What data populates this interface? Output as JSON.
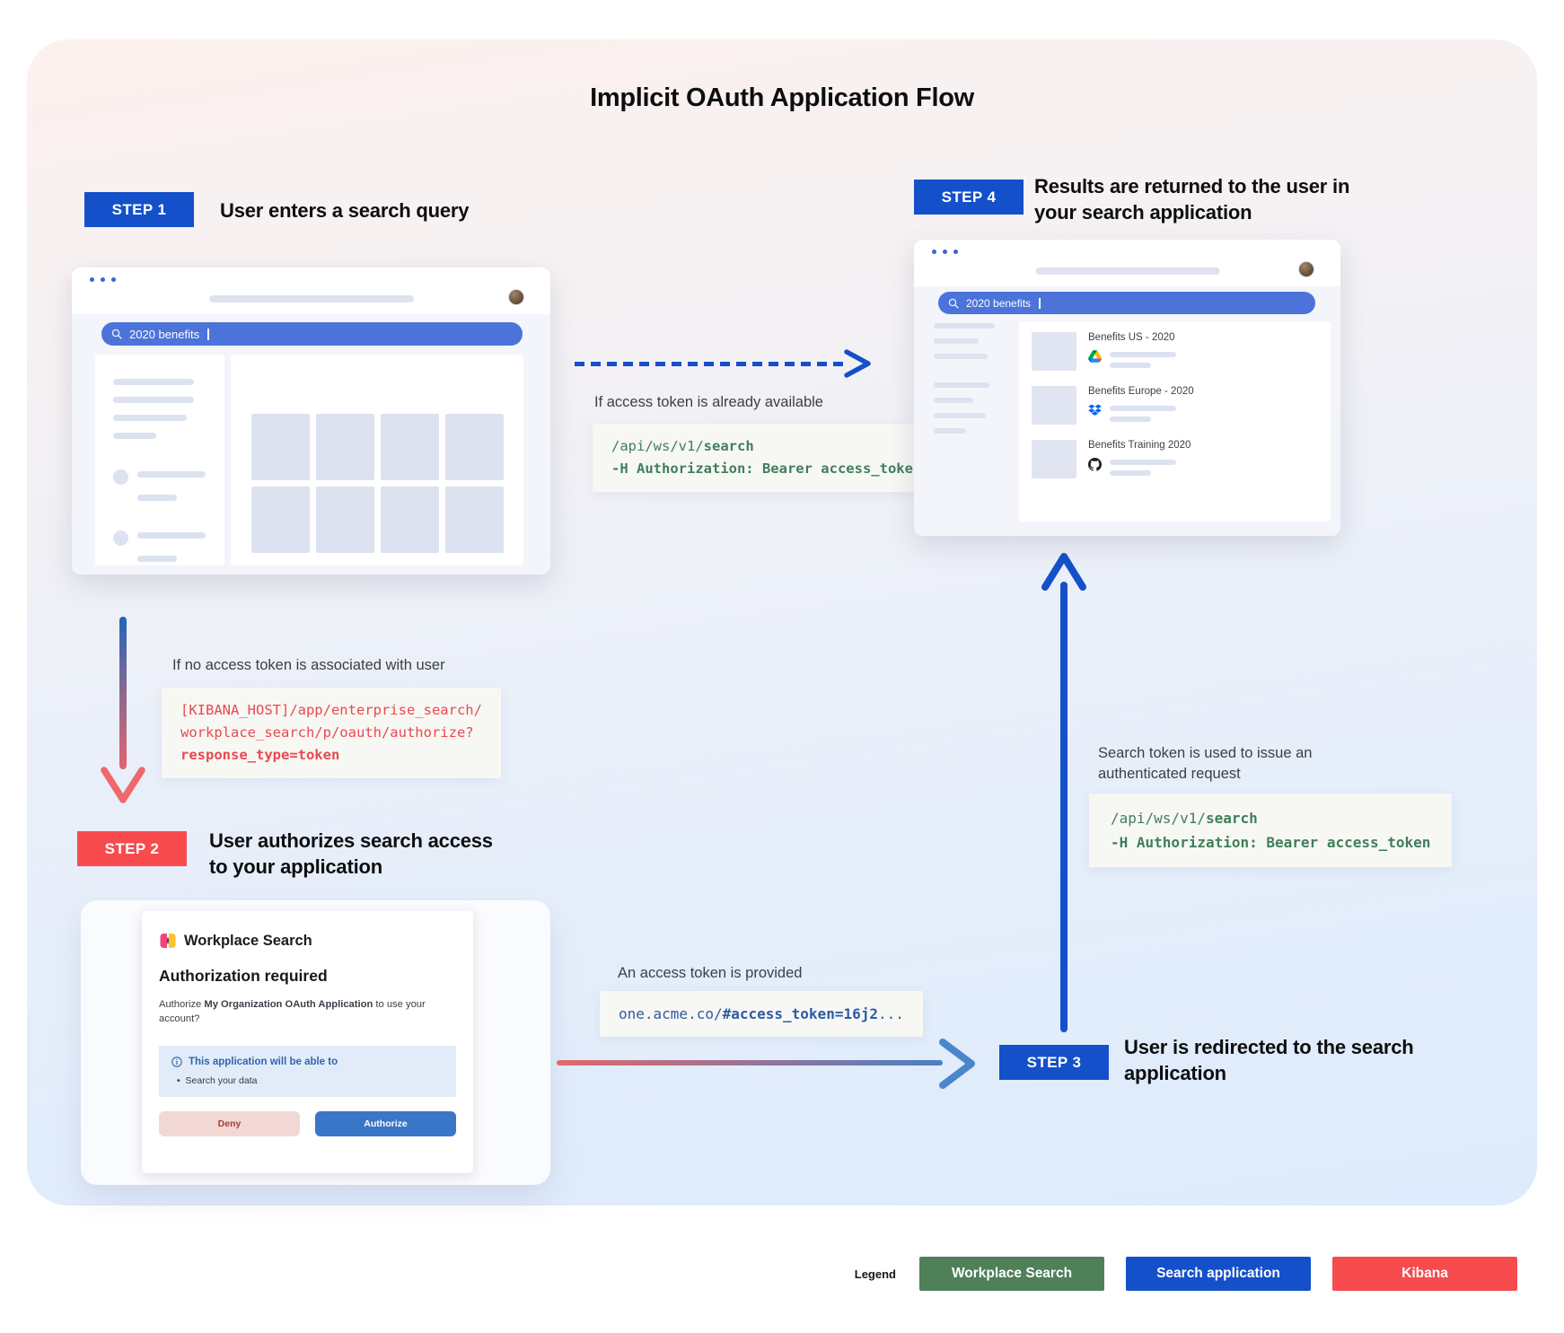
{
  "title": "Implicit OAuth Application Flow",
  "steps": {
    "step1": {
      "badge": "STEP 1",
      "heading": "User enters a search query"
    },
    "step2": {
      "badge": "STEP 2",
      "heading": "User authorizes search access to your application"
    },
    "step3": {
      "badge": "STEP 3",
      "heading": "User is redirected to the search application"
    },
    "step4": {
      "badge": "STEP 4",
      "heading": "Results are returned to the user in your search application"
    }
  },
  "browser1": {
    "search_query": "2020 benefits"
  },
  "browser4": {
    "search_query": "2020 benefits",
    "results": [
      {
        "title": "Benefits US - 2020",
        "source": "google-drive"
      },
      {
        "title": "Benefits Europe - 2020",
        "source": "dropbox"
      },
      {
        "title": "Benefits Training 2020",
        "source": "github"
      }
    ]
  },
  "flows": {
    "token_available": {
      "label": "If access token is already available",
      "code": {
        "line1_normal": "/api/ws/v1/",
        "line1_bold": "search",
        "line2_bold": "-H Authorization: Bearer access_token"
      }
    },
    "no_token": {
      "label": "If no access token is associated with user",
      "code": {
        "line1": "[KIBANA_HOST]/app/enterprise_search/",
        "line2": "workplace_search/p/oauth/authorize?",
        "line3_bold": "response_type=token"
      }
    },
    "token_provided": {
      "label": "An access token is provided",
      "code": {
        "normal": "one.acme.co/",
        "bold": "#access_token=16j2",
        "suffix": "..."
      }
    },
    "authenticated_request": {
      "label": "Search token is used to issue an authenticated request",
      "code": {
        "line1_normal": "/api/ws/v1/",
        "line1_bold": "search",
        "line2_bold": "-H Authorization: Bearer access_token"
      }
    }
  },
  "auth_dialog": {
    "brand": "Workplace Search",
    "heading": "Authorization required",
    "body_prefix": "Authorize ",
    "body_bold": "My Organization OAuth Application",
    "body_suffix": " to use your account?",
    "info_title": "This application will be able to",
    "info_bullet": "Search your data",
    "deny": "Deny",
    "authorize": "Authorize"
  },
  "legend": {
    "label": "Legend",
    "items": [
      {
        "label": "Workplace Search",
        "color": "#4f8058"
      },
      {
        "label": "Search application",
        "color": "#1450c9"
      },
      {
        "label": "Kibana",
        "color": "#f74b4e"
      }
    ]
  },
  "colors": {
    "step_blue": "#1450c9",
    "step_red": "#f74b4e",
    "search_bar_blue": "#4b73d9",
    "code_green": "#3f7f5c",
    "code_red": "#e9494d",
    "code_blue": "#2d5ca6"
  }
}
